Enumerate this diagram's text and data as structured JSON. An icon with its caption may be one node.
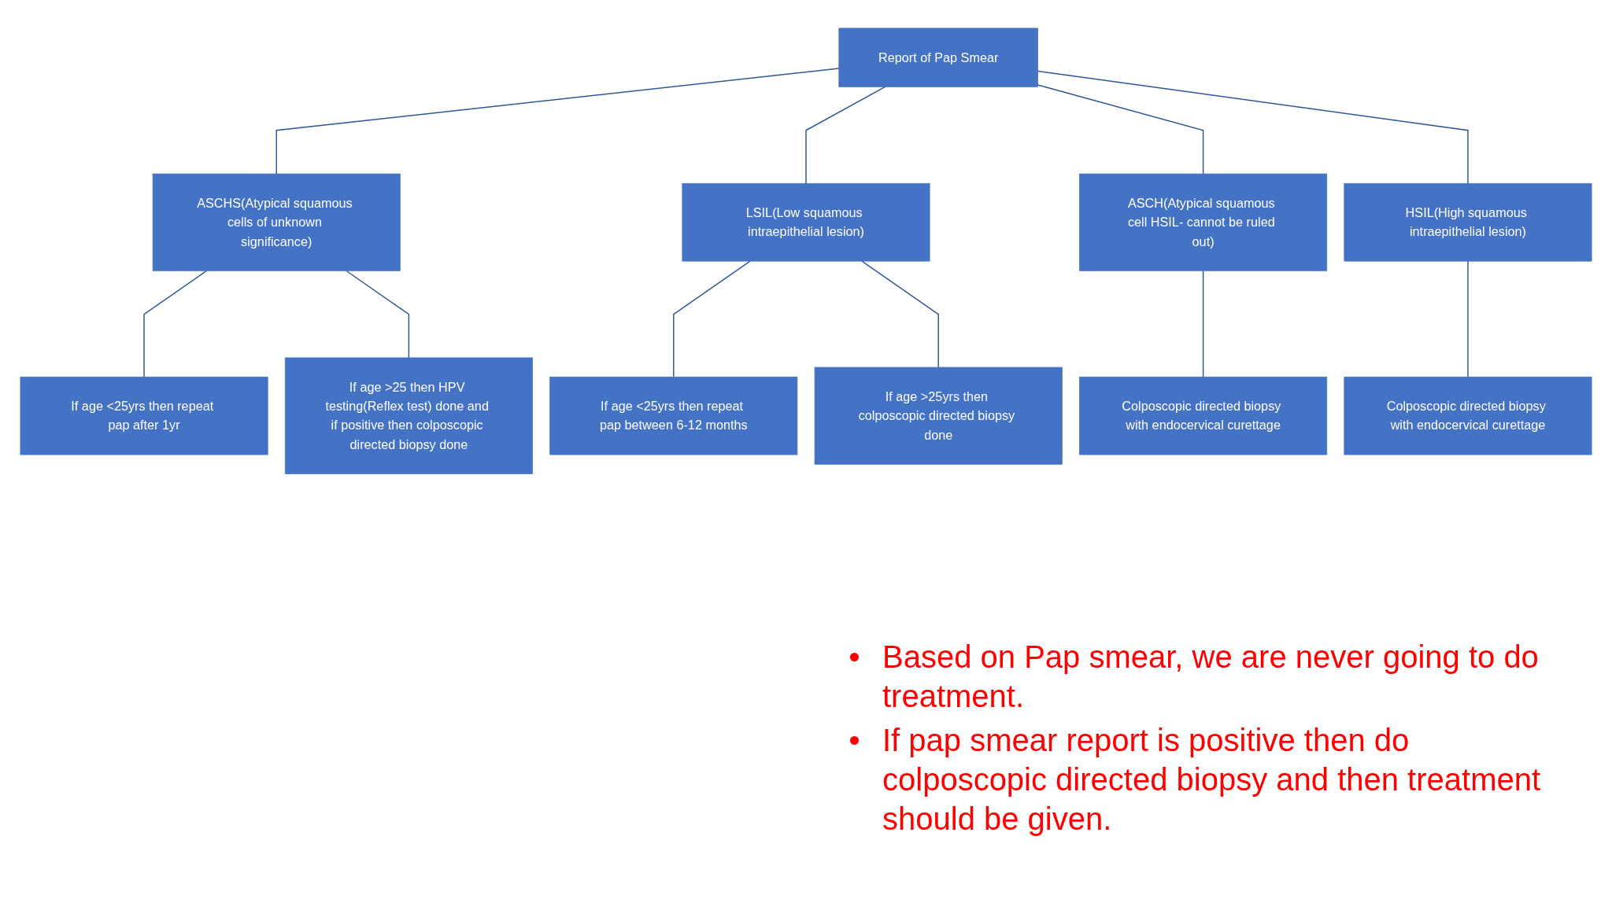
{
  "diagram": {
    "nodes": [
      {
        "text": [
          "Report of Pap Smear"
        ]
      },
      {
        "text": [
          "ASCHS(Atypical squamous cells of unknown significance)"
        ]
      },
      {
        "text": [
          "LSIL(Low squamous intraepithelial lesion)"
        ]
      },
      {
        "text": [
          "ASCH(Atypical squamous cell HSIL- cannot be ruled out)"
        ]
      },
      {
        "text": [
          "HSIL(High squamous intraepithelial lesion)"
        ]
      },
      {
        "text": [
          "If age <25yrs then repeat pap after 1yr"
        ]
      },
      {
        "text": [
          "If age <25yrs then repeat pap between 6-12 months"
        ]
      },
      {
        "text": [
          "Colposcopic directed biopsy with endocervical curettage"
        ]
      },
      {
        "text": [
          "Colposcopic directed biopsy with endocervical curettage"
        ]
      },
      {
        "text": [
          "If age >25 then HPV testing(Reflex test) done and if positive then colposcopic directed biopsy done"
        ]
      },
      {
        "text": [
          "If age >25yrs then colposcopic directed biopsy done"
        ]
      }
    ],
    "edges": [
      {
        "from": 0,
        "to": 1,
        "arrow": "none"
      },
      {
        "from": 0,
        "to": 2,
        "arrow": "none"
      },
      {
        "from": 0,
        "to": 3,
        "arrow": "none"
      },
      {
        "from": 0,
        "to": 4,
        "arrow": "none"
      },
      {
        "from": 1,
        "to": 5,
        "arrow": "none"
      },
      {
        "from": 1,
        "to": 9,
        "arrow": "none"
      },
      {
        "from": 2,
        "to": 6,
        "arrow": "none"
      },
      {
        "from": 2,
        "to": 10,
        "arrow": "none"
      },
      {
        "from": 3,
        "to": 7,
        "arrow": "none"
      },
      {
        "from": 4,
        "to": 8,
        "arrow": "none"
      }
    ],
    "labels": [
      "Based on Pap smear, we are never going to do treatment.",
      "If pap smear report is positive then do colposcopic directed biopsy and then treatment should be given."
    ]
  }
}
